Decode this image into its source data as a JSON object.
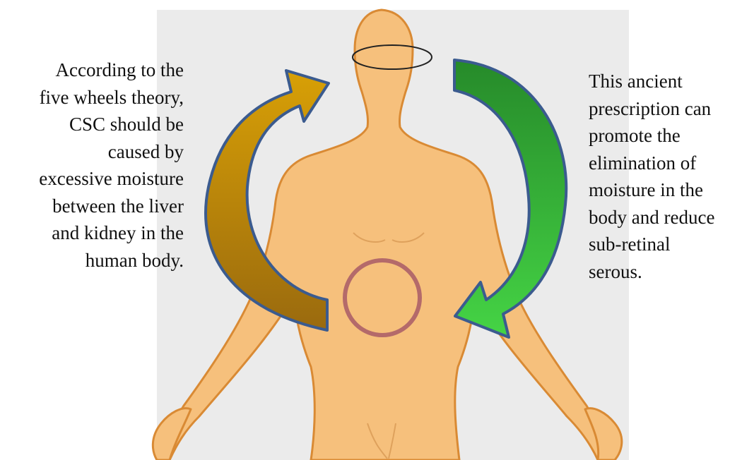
{
  "left_annotation": {
    "lines": [
      "According to the",
      "five wheels theory,",
      "CSC should be",
      "caused by",
      "excessive moisture",
      "between the liver",
      "and kidney in the",
      "human body."
    ]
  },
  "right_annotation": {
    "lines": [
      "This ancient",
      "prescription can",
      "promote the",
      "elimination of",
      "moisture in the",
      "body and reduce",
      "sub-retinal",
      "serous."
    ]
  },
  "colors": {
    "background_panel": "#ebebeb",
    "skin": "#f6c07c",
    "skin_outline": "#d98a34",
    "left_arrow_top": "#d39a06",
    "left_arrow_bottom": "#9c6c0c",
    "right_arrow_top": "#2a8f2e",
    "right_arrow_bottom": "#3fcf3f",
    "arrow_outline": "#3b5b8f",
    "abdomen_circle": "#b46a6a",
    "head_ring": "#222222"
  }
}
